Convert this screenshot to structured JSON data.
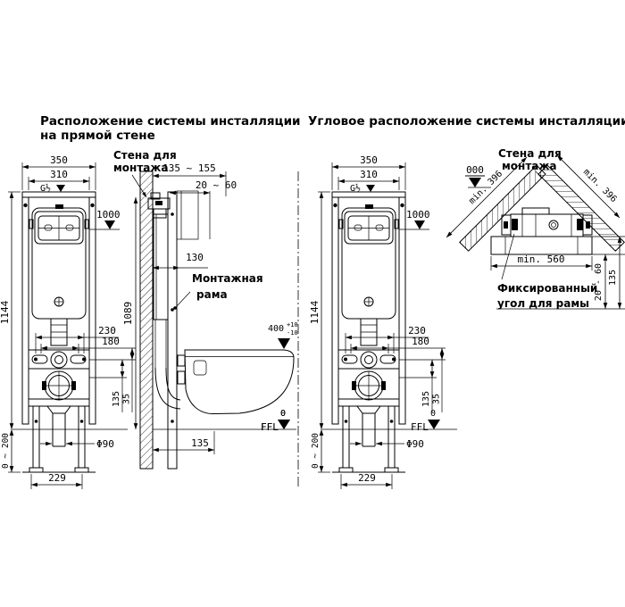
{
  "left_section": {
    "title_line1": "Расположение системы инсталляции",
    "title_line2": "на прямой стене",
    "wall_label_line1": "Стена для",
    "wall_label_line2": "монтажа",
    "frame_label_line1": "Монтажная",
    "frame_label_line2": "рама",
    "dim_wall_to_front": "135 ~ 155",
    "dim_finish_layer": "20 ~ 60",
    "dim_cistern_depth": "130",
    "dim_frame_top_height": "1089",
    "dim_seat_height": "400",
    "seat_tol_plus": "+10",
    "seat_tol_minus": "-10",
    "dim_outlet_135": "135"
  },
  "right_section": {
    "title": "Угловое расположение системы инсталляции",
    "wall_label_line1": "Стена для",
    "wall_label_line2": "монтажа",
    "datum": "000",
    "dim_min_wall_left": "min. 396",
    "dim_min_wall_right": "min. 396",
    "dim_min_width": "min. 560",
    "dim_finish_layer": "20 - 60",
    "dim_135": "135",
    "fixed_angle_label_line1": "Фиксированный",
    "fixed_angle_label_line2": "угол для рамы"
  },
  "frame_dims": {
    "width_outer": "350",
    "width_inner": "310",
    "thread": "G½",
    "inlet_height": "1000",
    "total_height": "1144",
    "leg_adjust_range": "0 ~ 200",
    "bolt_spacing": "230",
    "stud_spacing": "180",
    "dim_135": "135",
    "dim_35": "35",
    "drain_diameter": "Φ90",
    "feet_spacing": "229",
    "ffl_label": "FFL",
    "ffl_zero": "0"
  }
}
